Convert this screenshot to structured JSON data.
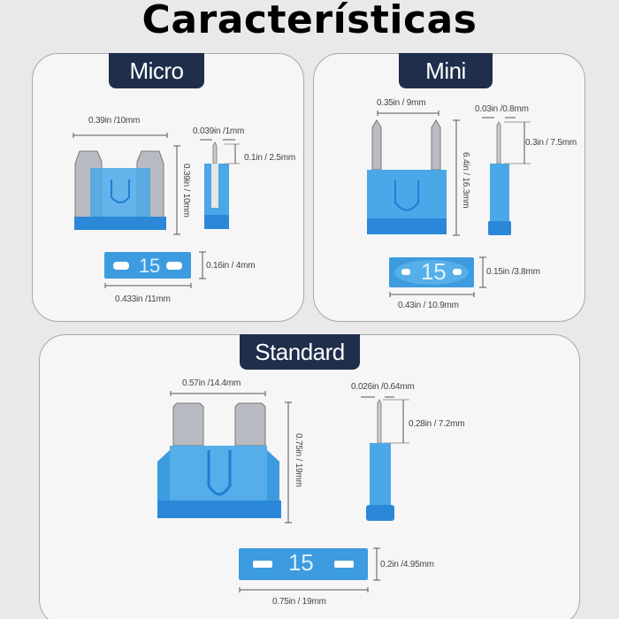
{
  "title": "Características",
  "panels": {
    "micro": {
      "label": "Micro",
      "dims": {
        "width": "0.39in /10mm",
        "height": "0.39in / 10mm",
        "blade_thickness": "0.039in /1mm",
        "blade_length": "0.1in / 2.5mm",
        "top_height": "0.16in / 4mm",
        "top_width": "0.433in /11mm"
      },
      "rating": "15"
    },
    "mini": {
      "label": "Mini",
      "dims": {
        "width": "0.35in / 9mm",
        "height": "6.4in / 16.3mm",
        "blade_thickness": "0.03in /0.8mm",
        "blade_length": "0.3in / 7.5mm",
        "top_height": "0.15in /3.8mm",
        "top_width": "0.43in / 10.9mm"
      },
      "rating": "15"
    },
    "standard": {
      "label": "Standard",
      "dims": {
        "width": "0.57in /14.4mm",
        "height": "0.75in / 19mm",
        "blade_thickness": "0.026in /0.64mm",
        "blade_length": "0.28in / 7.2mm",
        "top_height": "0.2in /4.95mm",
        "top_width": "0.75in / 19mm"
      },
      "rating": "15"
    }
  },
  "colors": {
    "tab_bg": "#1f2e4b",
    "fuse_blue": "#3d9be0",
    "fuse_dark": "#1f7fd0",
    "blade": "#b8bcc2"
  }
}
